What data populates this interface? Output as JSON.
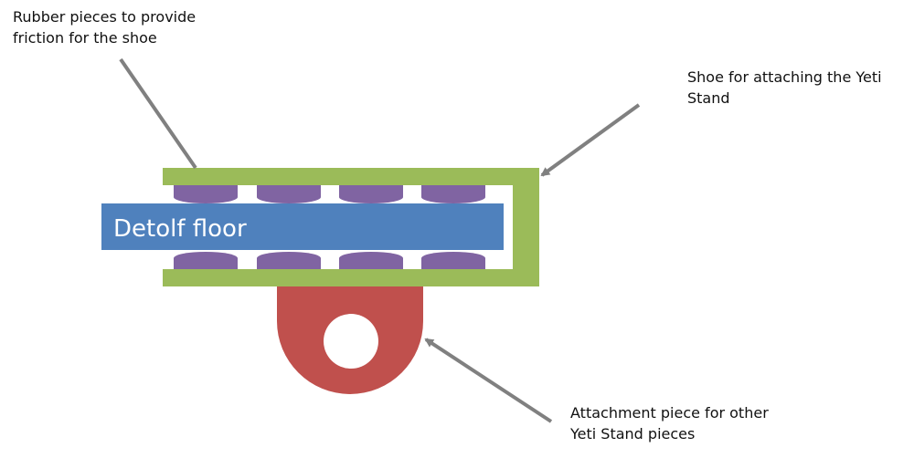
{
  "diagram": {
    "floor_label": "Detolf floor",
    "callouts": {
      "rubber": {
        "line1": "Rubber pieces to provide",
        "line2": "friction for the shoe"
      },
      "shoe": {
        "line1": "Shoe for attaching the Yeti",
        "line2": "Stand"
      },
      "attachment": {
        "line1": "Attachment piece for other",
        "line2": "Yeti Stand pieces"
      }
    },
    "colors": {
      "shoe": "#9bbb59",
      "floor": "#4f81bd",
      "rubber": "#8064a2",
      "attachment": "#c0504d",
      "leader": "#808080",
      "floor_text": "#ffffff"
    }
  }
}
